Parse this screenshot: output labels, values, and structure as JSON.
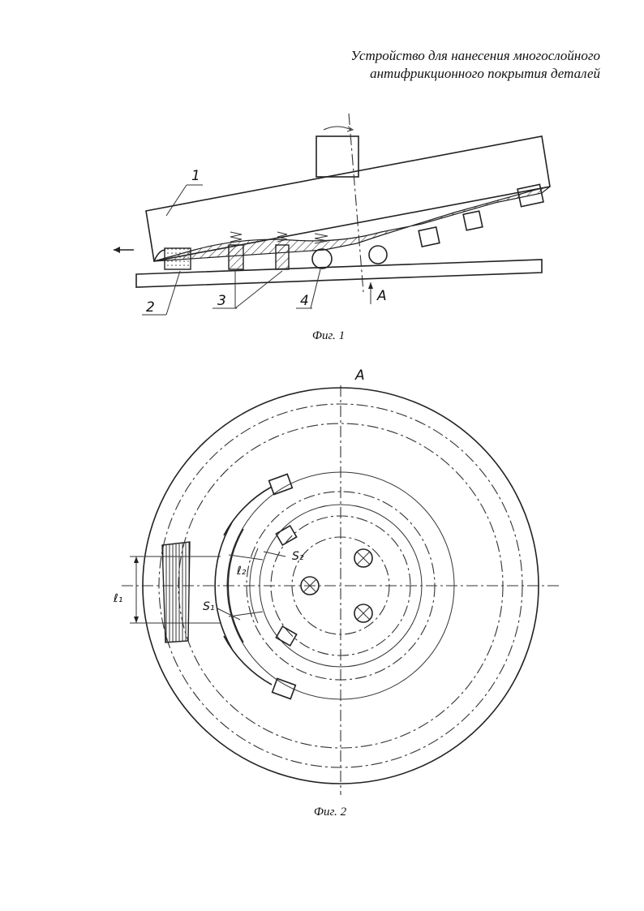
{
  "title": {
    "line1": "Устройство для нанесения многослойного",
    "line2": "антифрикционного покрытия деталей"
  },
  "fig1": {
    "caption": "Фиг. 1",
    "labels": {
      "part1": "1",
      "part2": "2",
      "part3": "3",
      "part4": "4",
      "view": "A"
    }
  },
  "fig2": {
    "caption": "Фиг. 2",
    "labels": {
      "view": "A",
      "l1": "ℓ₁",
      "l2": "ℓ₂",
      "s1": "S₁",
      "s2": "S₂"
    }
  }
}
